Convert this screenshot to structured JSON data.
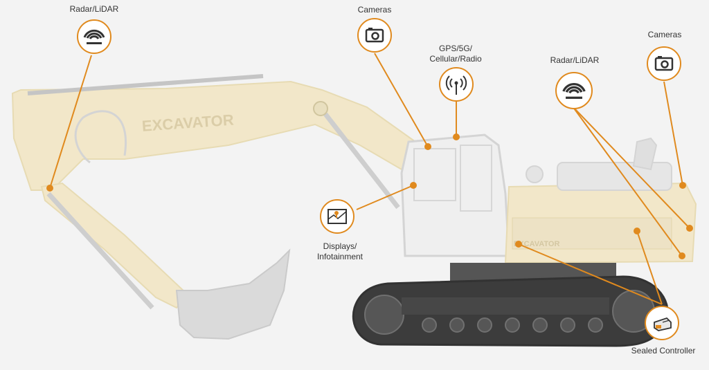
{
  "machine": {
    "boom_text": "EXCAVATOR",
    "body_text": "EXCAVATOR"
  },
  "callouts": {
    "radar_left": "Radar/LiDAR",
    "cameras_center": "Cameras",
    "gps": "GPS/5G/\nCellular/Radio",
    "radar_right": "Radar/LiDAR",
    "cameras_right": "Cameras",
    "displays": "Displays/\nInfotainment",
    "controller": "Sealed Controller"
  },
  "colors": {
    "accent": "#e08a1e",
    "machine_body": "#f2e6c2",
    "track": "#1d1d1d",
    "background": "#f3f3f3"
  },
  "icons": [
    "radar-icon",
    "camera-icon",
    "antenna-icon",
    "radar-icon",
    "camera-icon",
    "map-display-icon",
    "controller-icon"
  ]
}
